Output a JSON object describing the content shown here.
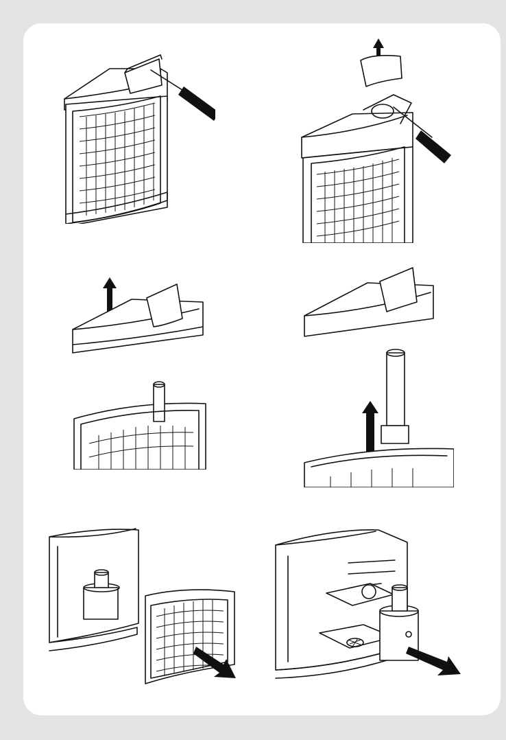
{
  "document": {
    "background_color": "#e3e3e3",
    "sheet_color": "#ffffff",
    "ink_color": "#111111"
  },
  "steps": [
    {
      "id": 1,
      "icons": [
        "screwdriver-icon"
      ]
    },
    {
      "id": 2,
      "icons": [
        "screwdriver-icon",
        "arrow-up-icon"
      ]
    },
    {
      "id": 3,
      "icons": [
        "arrow-up-icon"
      ]
    },
    {
      "id": 4,
      "icons": [
        "arrow-up-icon"
      ]
    },
    {
      "id": 5,
      "icons": [
        "arrow-diagonal-icon"
      ]
    },
    {
      "id": 6,
      "icons": [
        "arrow-diagonal-icon"
      ]
    }
  ]
}
